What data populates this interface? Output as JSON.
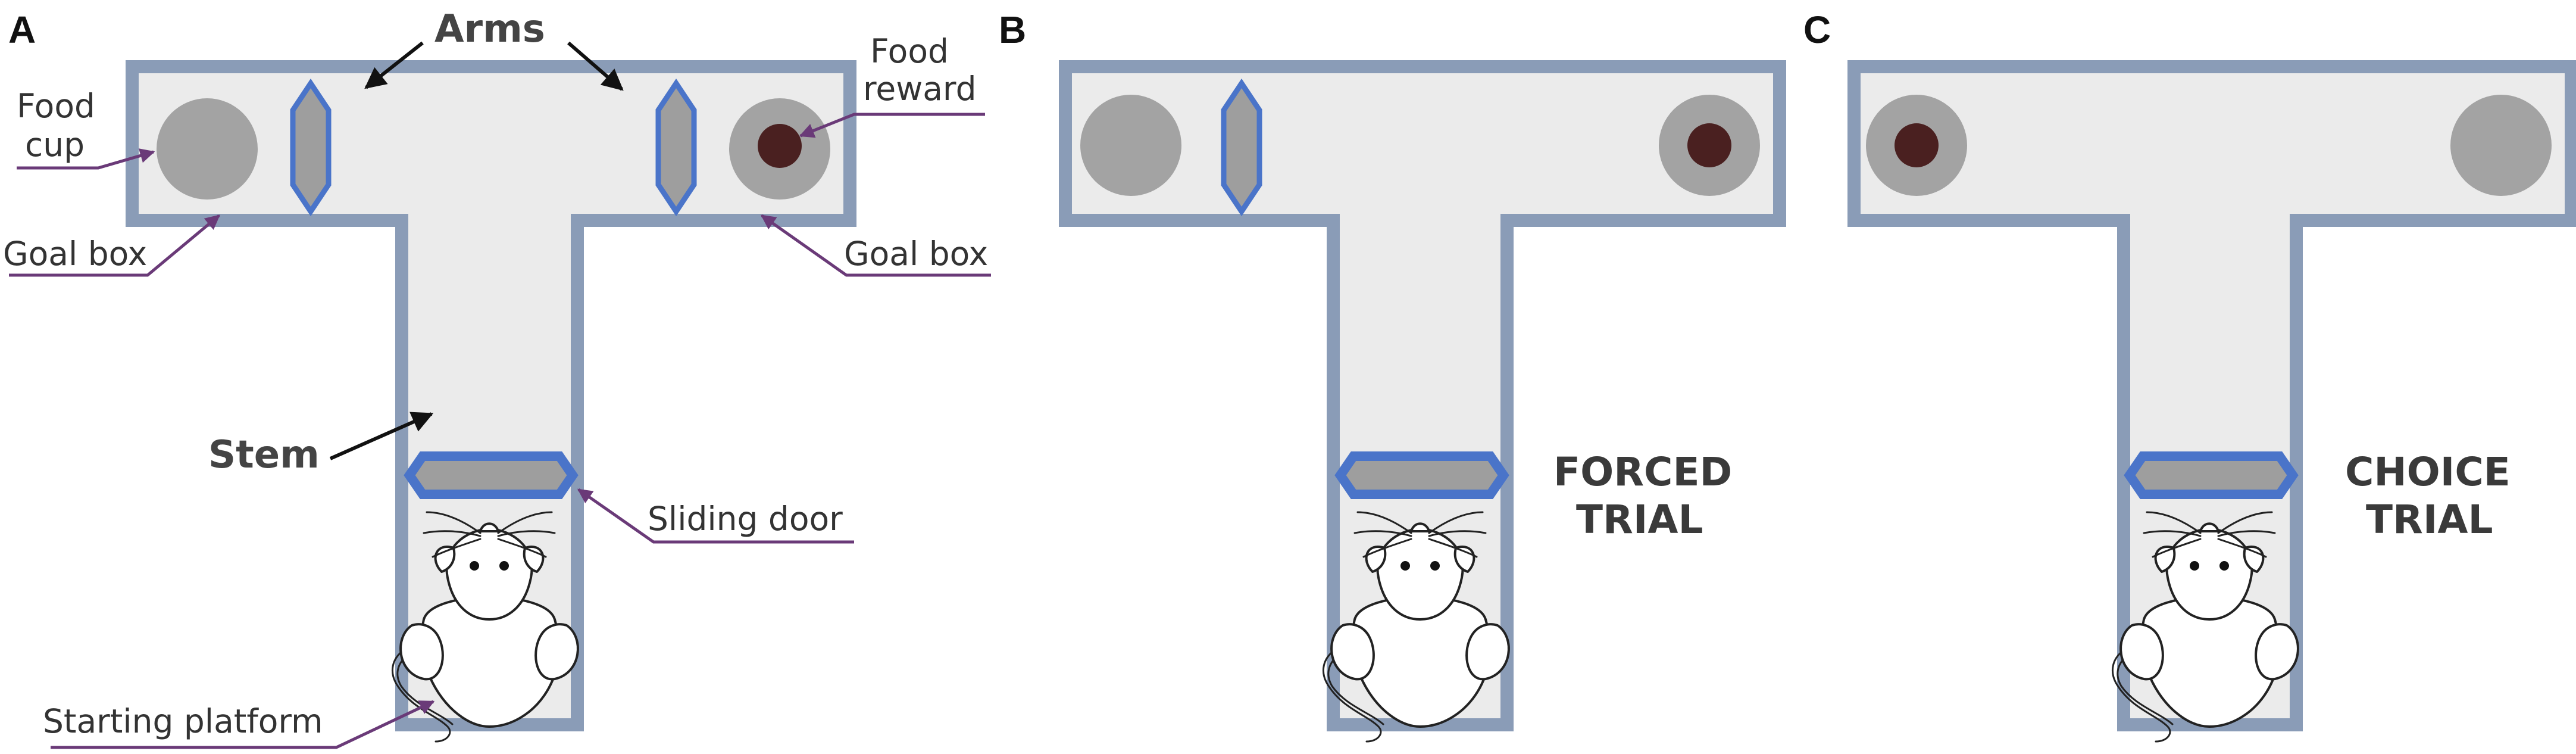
{
  "panels": [
    {
      "letter": "A"
    },
    {
      "letter": "B",
      "trial_line1": "FORCED",
      "trial_line2": "TRIAL"
    },
    {
      "letter": "C",
      "trial_line1": "CHOICE",
      "trial_line2": "TRIAL"
    }
  ],
  "labels": {
    "arms": "Arms",
    "food_cup_line1": "Food",
    "food_cup_line2": "cup",
    "food_reward_line1": "Food",
    "food_reward_line2": "reward",
    "goal_box_left": "Goal box",
    "goal_box_right": "Goal box",
    "stem": "Stem",
    "sliding_door": "Sliding door",
    "starting_platform": "Starting platform"
  },
  "colors": {
    "maze_fill": "#ebebeb",
    "maze_border": "#8a9cb7",
    "door_border": "#4a74c9",
    "food_cup": "#a3a3a3",
    "food_reward": "#4a2020",
    "leader_line": "#6a3a78"
  }
}
